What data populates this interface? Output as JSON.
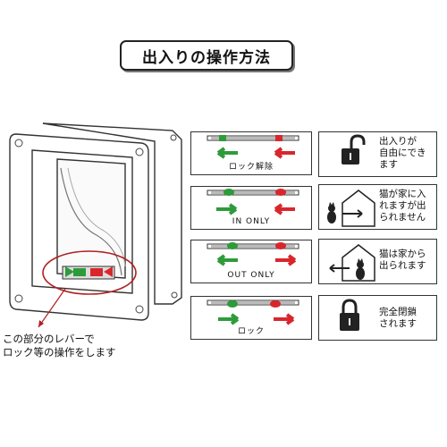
{
  "title": "出入りの操作方法",
  "caption_line1": "この部分のレバーで",
  "caption_line2": "ロック等の操作をします",
  "colors": {
    "green": "#2e9b3a",
    "red": "#d9262c",
    "outline": "#333333"
  },
  "modes": [
    {
      "label": "ロック解除",
      "green_arrow": "left",
      "red_arrow": "left",
      "icon": "unlocked-padlock-icon",
      "desc_lines": [
        "出入りが",
        "自由にでき",
        "ます"
      ]
    },
    {
      "label": "IN ONLY",
      "green_arrow": "right",
      "red_arrow": "left",
      "icon": "cat-entering-house-icon",
      "desc_lines": [
        "猫が家に入",
        "れますが出",
        "られません"
      ]
    },
    {
      "label": "OUT ONLY",
      "green_arrow": "left",
      "red_arrow": "right",
      "icon": "cat-leaving-house-icon",
      "desc_lines": [
        "猫は家から",
        "出られます"
      ]
    },
    {
      "label": "ロック",
      "green_arrow": "right",
      "red_arrow": "right",
      "icon": "locked-padlock-icon",
      "desc_lines": [
        "完全閉鎖",
        "されます"
      ]
    }
  ]
}
